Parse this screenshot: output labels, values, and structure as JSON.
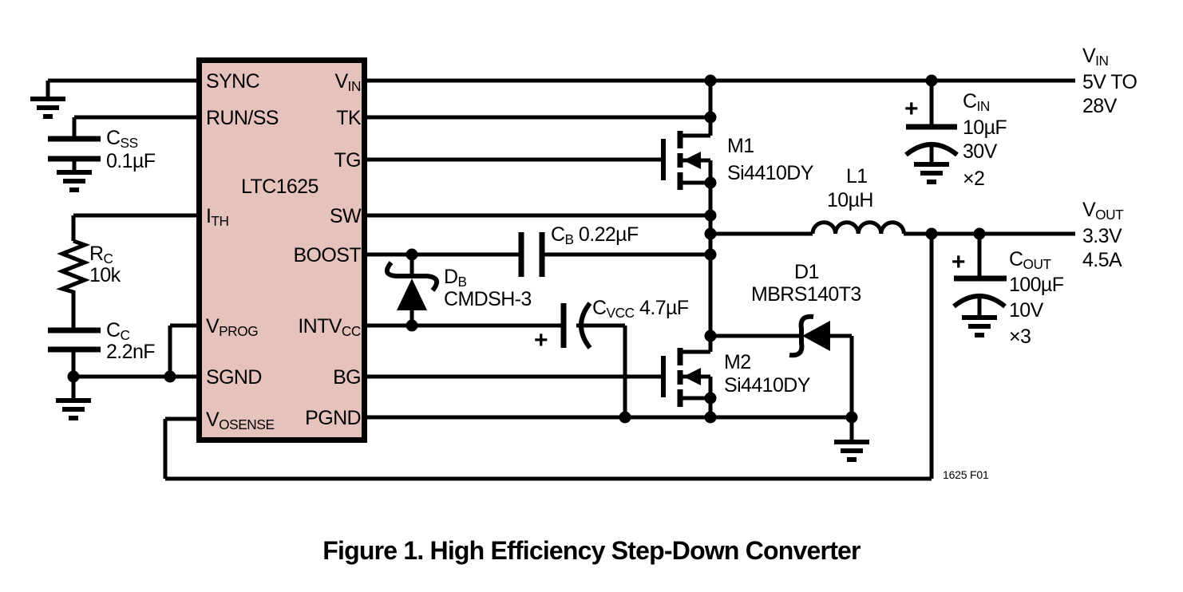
{
  "ic": {
    "name": "LTC1625",
    "pins": {
      "sync": {
        "text": "SYNC"
      },
      "runss": {
        "text": "RUN/SS"
      },
      "ith": {
        "pre": "I",
        "sub": "TH"
      },
      "vprog": {
        "pre": "V",
        "sub": "PROG"
      },
      "sgnd": {
        "text": "SGND"
      },
      "vosense": {
        "pre": "V",
        "sub": "OSENSE"
      },
      "vin": {
        "pre": "V",
        "sub": "IN"
      },
      "tk": {
        "text": "TK"
      },
      "tg": {
        "text": "TG"
      },
      "sw": {
        "text": "SW"
      },
      "boost": {
        "text": "BOOST"
      },
      "intvcc": {
        "pre": "INTV",
        "sub": "CC"
      },
      "bg": {
        "text": "BG"
      },
      "pgnd": {
        "text": "PGND"
      }
    }
  },
  "components": {
    "css": {
      "pre": "C",
      "sub": "SS",
      "value": "0.1µF"
    },
    "rc": {
      "pre": "R",
      "sub": "C",
      "value": "10k"
    },
    "cc": {
      "pre": "C",
      "sub": "C",
      "value": "2.2nF"
    },
    "cb": {
      "pre": "C",
      "sub": "B",
      "post": " 0.22µF"
    },
    "db": {
      "pre": "D",
      "sub": "B",
      "part": "CMDSH-3"
    },
    "cvcc": {
      "pre": "C",
      "sub": "VCC",
      "post": " 4.7µF",
      "plus": "+"
    },
    "m1": {
      "name": "M1",
      "part": "Si4410DY"
    },
    "m2": {
      "name": "M2",
      "part": "Si4410DY"
    },
    "l1": {
      "name": "L1",
      "value": "10µH"
    },
    "d1": {
      "name": "D1",
      "part": "MBRS140T3"
    },
    "cin": {
      "pre": "C",
      "sub": "IN",
      "lines": [
        "10µF",
        "30V",
        "×2"
      ],
      "plus": "+"
    },
    "cout": {
      "pre": "C",
      "sub": "OUT",
      "lines": [
        "100µF",
        "10V",
        "×3"
      ],
      "plus": "+"
    }
  },
  "rails": {
    "vin": {
      "pre": "V",
      "sub": "IN",
      "lines": [
        "5V TO",
        "28V"
      ]
    },
    "vout": {
      "pre": "V",
      "sub": "OUT",
      "lines": [
        "3.3V",
        "4.5A"
      ]
    }
  },
  "figure": {
    "ref": "1625 F01",
    "caption": "Figure 1. High Efficiency Step-Down Converter"
  },
  "colors": {
    "ic_fill": "#e5c3bc",
    "line": "#000000"
  }
}
